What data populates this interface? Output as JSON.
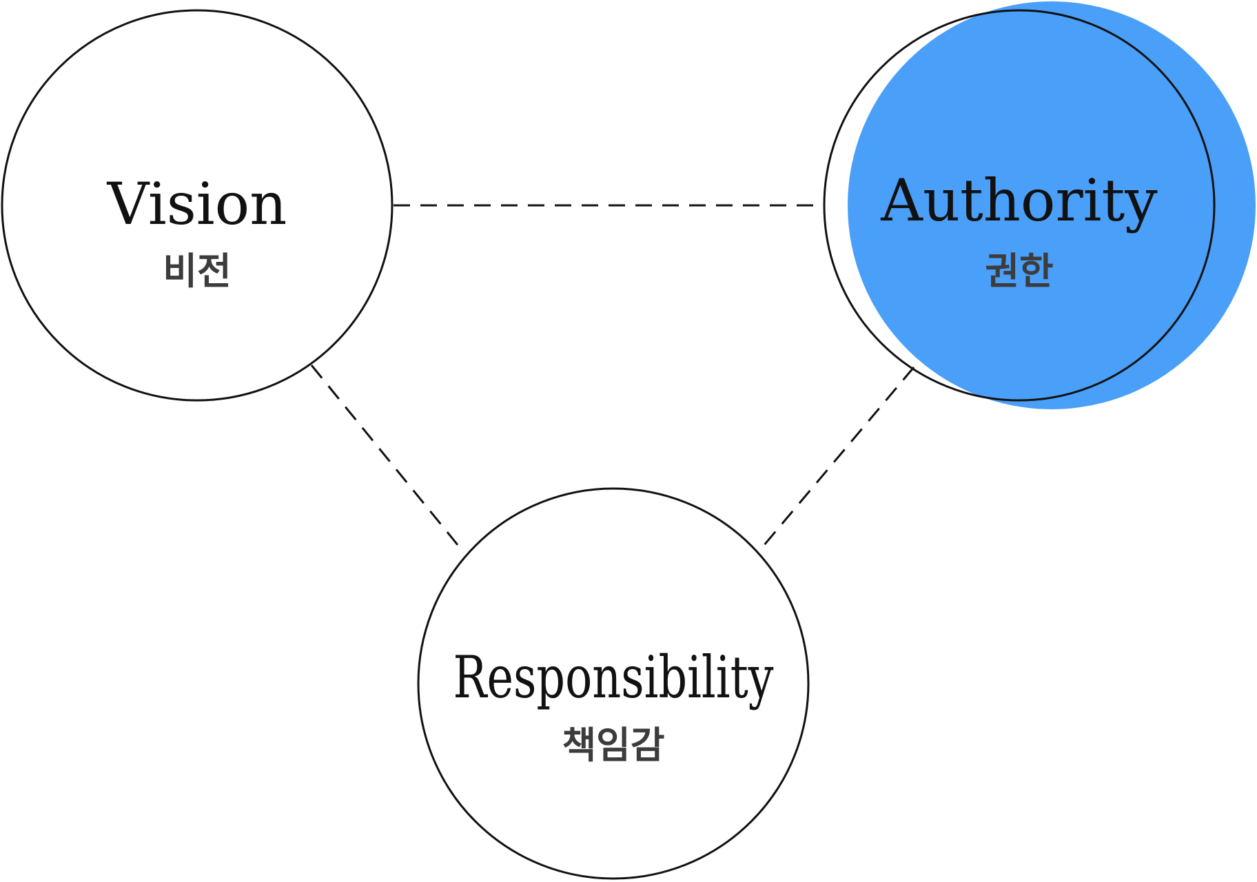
{
  "colors": {
    "accent": "#4a9ff9",
    "stroke": "#111111",
    "english_text": "#111111",
    "korean_text": "#3c3c3c"
  },
  "nodes": {
    "vision": {
      "label": "Vision",
      "sublabel": "비전"
    },
    "authority": {
      "label": "Authority",
      "sublabel": "권한",
      "highlighted": true
    },
    "responsibility": {
      "label": "Responsibility",
      "sublabel": "책임감"
    }
  },
  "connectors": [
    {
      "from": "vision",
      "to": "authority",
      "style": "dashed"
    },
    {
      "from": "vision",
      "to": "responsibility",
      "style": "dashed"
    },
    {
      "from": "authority",
      "to": "responsibility",
      "style": "dashed"
    }
  ]
}
